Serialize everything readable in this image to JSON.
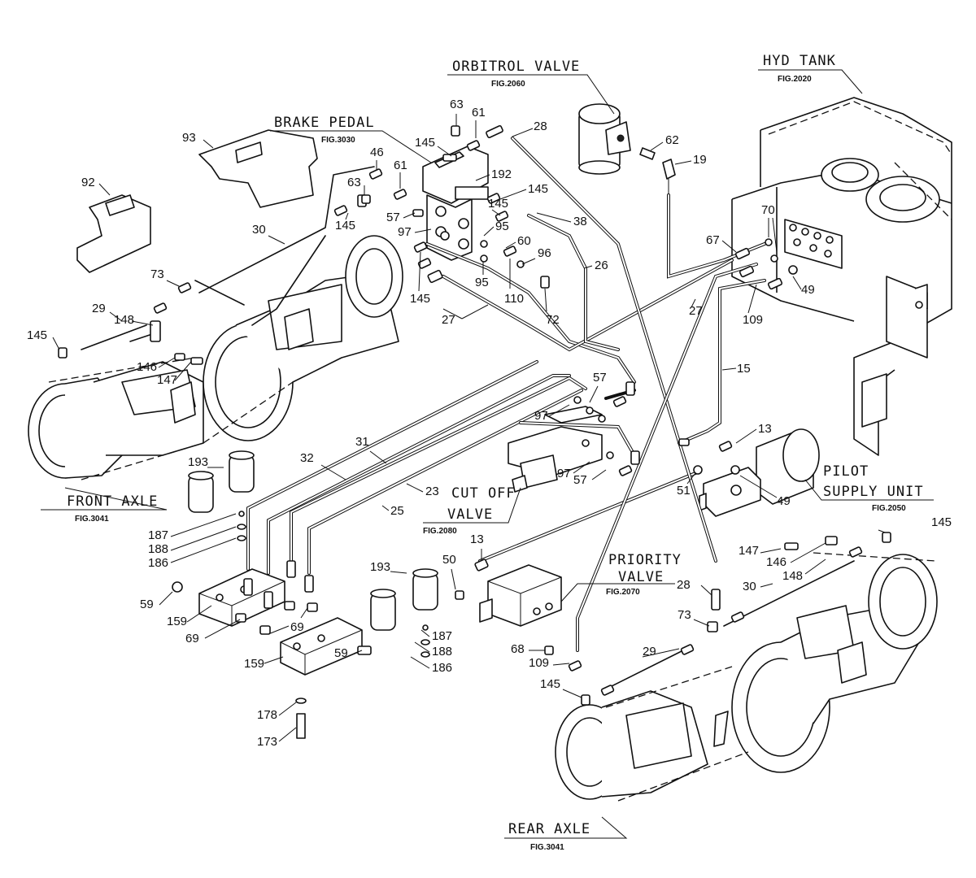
{
  "assemblies": {
    "orbitrol_valve": {
      "name": "ORBITROL VALVE",
      "fig": "FIG.2060"
    },
    "hyd_tank": {
      "name": "HYD TANK",
      "fig": "FIG.2020"
    },
    "brake_pedal": {
      "name": "BRAKE PEDAL",
      "fig": "FIG.3030"
    },
    "front_axle": {
      "name": "FRONT AXLE",
      "fig": "FIG.3041"
    },
    "pilot_supply_unit": {
      "name_line1": "PILOT",
      "name_line2": "SUPPLY UNIT",
      "fig": "FIG.2050"
    },
    "cut_off_valve": {
      "name_line1": "CUT OFF",
      "name_line2": "VALVE",
      "fig": "FIG.2080"
    },
    "priority_valve": {
      "name_line1": "PRIORITY",
      "name_line2": "VALVE",
      "fig": "FIG.2070"
    },
    "rear_axle": {
      "name": "REAR AXLE",
      "fig": "FIG.3041"
    }
  },
  "callouts": [
    "63",
    "61",
    "28",
    "62",
    "19",
    "145",
    "46",
    "61",
    "192",
    "145",
    "93",
    "92",
    "63",
    "57",
    "97",
    "145",
    "95",
    "60",
    "38",
    "26",
    "70",
    "67",
    "96",
    "49",
    "30",
    "145",
    "73",
    "95",
    "110",
    "145",
    "29",
    "148",
    "145",
    "146",
    "147",
    "72",
    "27",
    "27",
    "109",
    "15",
    "57",
    "97",
    "13",
    "193",
    "31",
    "32",
    "23",
    "97",
    "57",
    "51",
    "49",
    "25",
    "187",
    "188",
    "186",
    "13",
    "50",
    "193",
    "145",
    "147",
    "146",
    "148",
    "30",
    "59",
    "159",
    "69",
    "69",
    "59",
    "28",
    "73",
    "187",
    "188",
    "186",
    "159",
    "68",
    "109",
    "29",
    "145",
    "178",
    "173"
  ]
}
